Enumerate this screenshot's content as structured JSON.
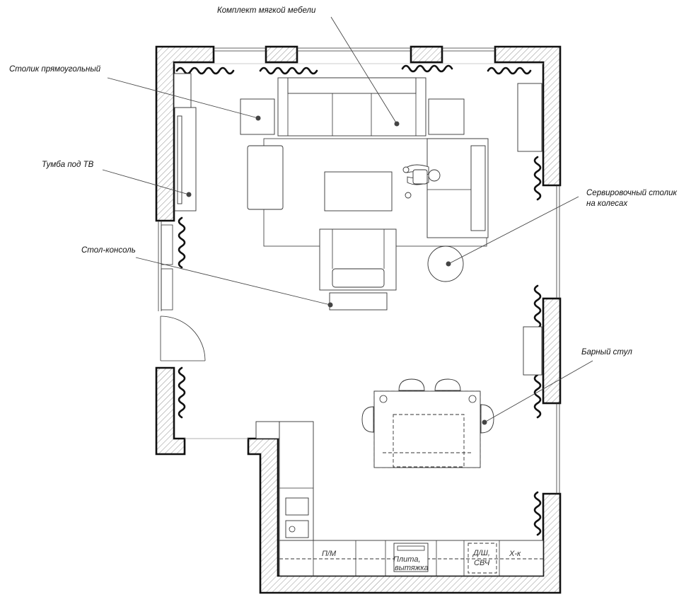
{
  "labels": {
    "sofa_set": "Комплект мягкой мебели",
    "coffee_table": "Столик прямоугольный",
    "tv_stand": "Тумба под ТВ",
    "console_table_1": "Стол-консоль",
    "serving_cart_1": "Сервировочный столик",
    "serving_cart_2": "на колесах",
    "bar_stool": "Барный стул"
  },
  "kitchen": {
    "fridge_freezer": "П/М",
    "stove_line1": "Плита,",
    "stove_line2": "вытяжка",
    "dishwasher_line1": "Д/Ш,",
    "dishwasher_line2": "СВЧ",
    "fridge": "Х-к"
  }
}
